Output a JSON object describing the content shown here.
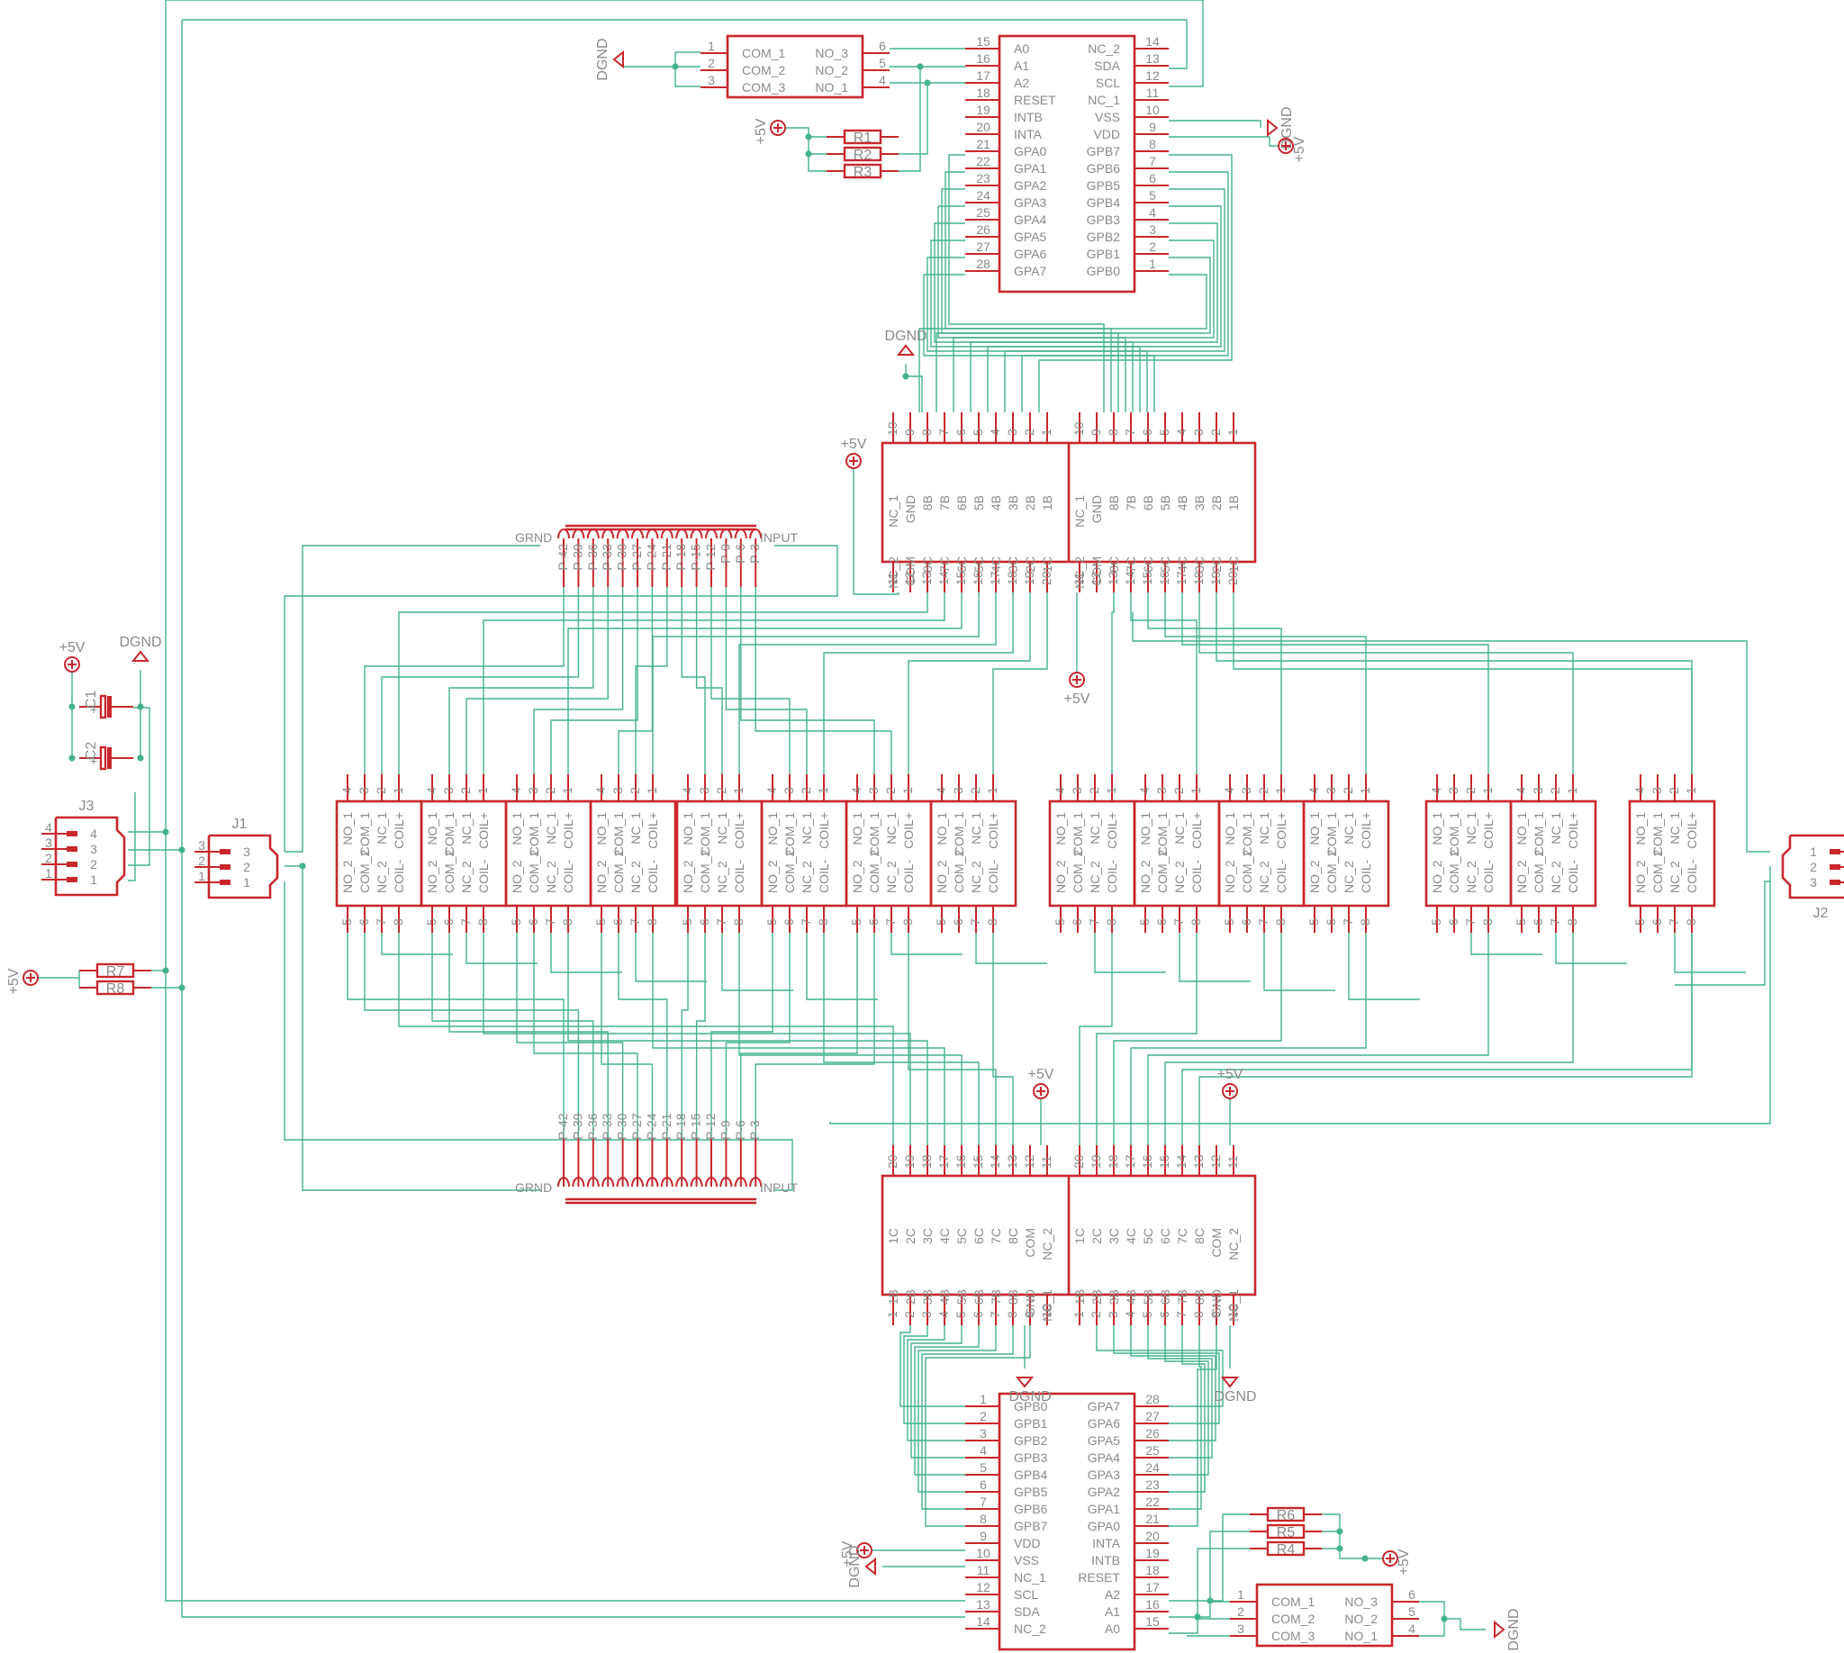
{
  "colors": {
    "wire": "#44b38b",
    "part": "#c8272b",
    "text": "#8a8a8a"
  },
  "expanders": {
    "pin_names_left": [
      "A0",
      "A1",
      "A2",
      "RESET",
      "INTB",
      "INTA",
      "GPA0",
      "GPA1",
      "GPA2",
      "GPA3",
      "GPA4",
      "GPA5",
      "GPA6",
      "GPA7"
    ],
    "pin_nums_left": [
      "15",
      "16",
      "17",
      "18",
      "19",
      "20",
      "21",
      "22",
      "23",
      "24",
      "25",
      "26",
      "27",
      "28"
    ],
    "pin_names_right": [
      "NC_2",
      "SDA",
      "SCL",
      "NC_1",
      "VSS",
      "VDD",
      "GPB7",
      "GPB6",
      "GPB5",
      "GPB4",
      "GPB3",
      "GPB2",
      "GPB1",
      "GPB0"
    ],
    "pin_nums_right": [
      "14",
      "13",
      "12",
      "11",
      "10",
      "9",
      "8",
      "7",
      "6",
      "5",
      "4",
      "3",
      "2",
      "1"
    ],
    "bottom_left_names": [
      "GPB0",
      "GPB1",
      "GPB2",
      "GPB3",
      "GPB4",
      "GPB5",
      "GPB6",
      "GPB7",
      "VDD",
      "VSS",
      "NC_1",
      "SCL",
      "SDA",
      "NC_2"
    ],
    "bottom_left_nums": [
      "1",
      "2",
      "3",
      "4",
      "5",
      "6",
      "7",
      "8",
      "9",
      "10",
      "11",
      "12",
      "13",
      "14"
    ],
    "bottom_right_names": [
      "GPA7",
      "GPA6",
      "GPA5",
      "GPA4",
      "GPA3",
      "GPA2",
      "GPA1",
      "GPA0",
      "INTA",
      "INTB",
      "RESET",
      "A2",
      "A1",
      "A0"
    ],
    "bottom_right_nums": [
      "28",
      "27",
      "26",
      "25",
      "24",
      "23",
      "22",
      "21",
      "20",
      "19",
      "18",
      "17",
      "16",
      "15"
    ]
  },
  "dip_switch": {
    "left_names": [
      "COM_1",
      "COM_2",
      "COM_3"
    ],
    "left_nums": [
      "1",
      "2",
      "3"
    ],
    "right_names": [
      "NO_3",
      "NO_2",
      "NO_1"
    ],
    "right_nums": [
      "6",
      "5",
      "4"
    ]
  },
  "resistors": {
    "top": [
      "R1",
      "R2",
      "R3"
    ],
    "bottom": [
      "R6",
      "R5",
      "R4"
    ],
    "left": [
      "R7",
      "R8"
    ]
  },
  "capacitors": [
    "C1",
    "C2"
  ],
  "connectors": {
    "J3": {
      "name": "J3",
      "pins": [
        "4",
        "3",
        "2",
        "1"
      ]
    },
    "J1": {
      "name": "J1",
      "pins": [
        "3",
        "2",
        "1"
      ]
    },
    "J2": {
      "name": "J2",
      "pins": [
        "1",
        "2",
        "3"
      ]
    }
  },
  "driver": {
    "top_nums": [
      "10",
      "9",
      "8",
      "7",
      "6",
      "5",
      "4",
      "3",
      "2",
      "1"
    ],
    "top_names": [
      "NC_1",
      "GND",
      "8B",
      "7B",
      "6B",
      "5B",
      "4B",
      "3B",
      "2B",
      "1B"
    ],
    "bot_names": [
      "NC_2",
      "COM",
      "8C",
      "7C",
      "6C",
      "5C",
      "4C",
      "3C",
      "2C",
      "1C"
    ],
    "bot_nums": [
      "11",
      "12",
      "13",
      "14",
      "15",
      "16",
      "17",
      "18",
      "19",
      "20"
    ]
  },
  "relay": {
    "top_nums": [
      "4",
      "3",
      "2",
      "1"
    ],
    "top_names": [
      "NO_1",
      "COM_1",
      "NC_1",
      "COIL+"
    ],
    "bot_names": [
      "NO_2",
      "COM_2",
      "NC_2",
      "COIL-"
    ],
    "bot_nums": [
      "5",
      "6",
      "7",
      "8"
    ]
  },
  "bus": {
    "left": "GRND",
    "right": "INPUT",
    "pins": [
      "P-42",
      "P-39",
      "P-36",
      "P-33",
      "P-30",
      "P-27",
      "P-24",
      "P-21",
      "P-18",
      "P-15",
      "P-12",
      "P-9",
      "P-6",
      "P-3"
    ]
  },
  "power": {
    "vcc": "+5V",
    "gnd": "DGND"
  }
}
